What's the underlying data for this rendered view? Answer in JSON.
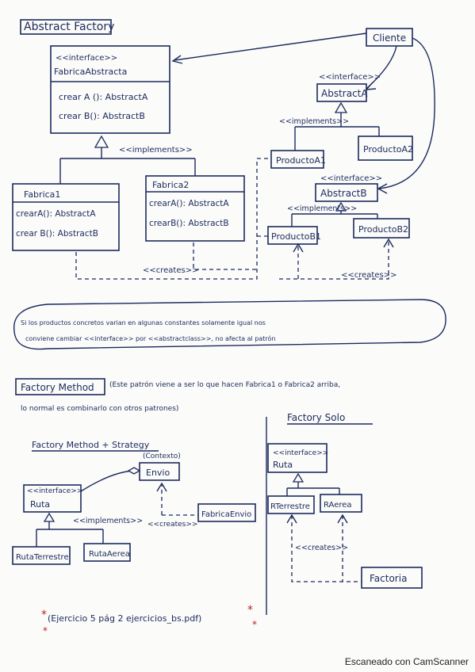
{
  "abstract_factory": {
    "title": "Abstract Factory",
    "cliente": "Cliente",
    "fabrica_abstracta": {
      "stereotype": "<<interface>>",
      "name": "FabricaAbstracta",
      "ops": [
        "crear A (): AbstractA",
        "crear B(): AbstractB"
      ]
    },
    "implements_label": "<<implements>>",
    "fabrica1": {
      "name": "Fabrica1",
      "ops": [
        "crearA(): AbstractA",
        "crear B(): AbstractB"
      ]
    },
    "fabrica2": {
      "name": "Fabrica2",
      "ops": [
        "crearA(): AbstractA",
        "crearB(): AbstractB"
      ]
    },
    "abstract_a": {
      "stereotype": "<<interface>>",
      "name": "AbstractA"
    },
    "implements_a": "<<implements>>",
    "producto_a1": "ProductoA1",
    "producto_a2": "ProductoA2",
    "abstract_b": {
      "stereotype": "<<interface>>",
      "name": "AbstractB"
    },
    "implements_b": "<<implements>>",
    "producto_b1": "ProductoB1",
    "producto_b2": "ProductoB2",
    "creates_left": "<<creates>>",
    "creates_right": "<<creates>>"
  },
  "note": {
    "line1": "Si los productos concretos varian en algunas constantes solamente igual nos",
    "line2": "conviene cambiar <<interface>> por <<abstractclass>>, no afecta al patrón"
  },
  "factory_method_text": {
    "label": "Factory Method",
    "line1": "(Este patrón viene a ser lo que hacen Fabrica1 o Fabrica2 arriba,",
    "line2": "lo normal es combinarlo con otros patrones)"
  },
  "fm_strategy": {
    "title": "Factory Method + Strategy",
    "contexto": "(Contexto)",
    "envio": "Envio",
    "ruta": {
      "stereotype": "<<interface>>",
      "name": "Ruta"
    },
    "implements_label": "<<implements>>",
    "ruta_terrestre": "RutaTerrestre",
    "ruta_aerea": "RutaAerea",
    "creates_label": "<<creates>>",
    "fabrica_envio": "FabricaEnvio"
  },
  "factory_solo": {
    "title": "Factory Solo",
    "ruta": {
      "stereotype": "<<interface>>",
      "name": "Ruta"
    },
    "r_terrestre": "RTerrestre",
    "r_aerea": "RAerea",
    "creates_label": "<<creates>>",
    "factoria": "Factoria"
  },
  "exercise_note": "(Ejercicio 5 pág 2 ejercicios_bs.pdf)",
  "footer": "Escaneado con CamScanner"
}
